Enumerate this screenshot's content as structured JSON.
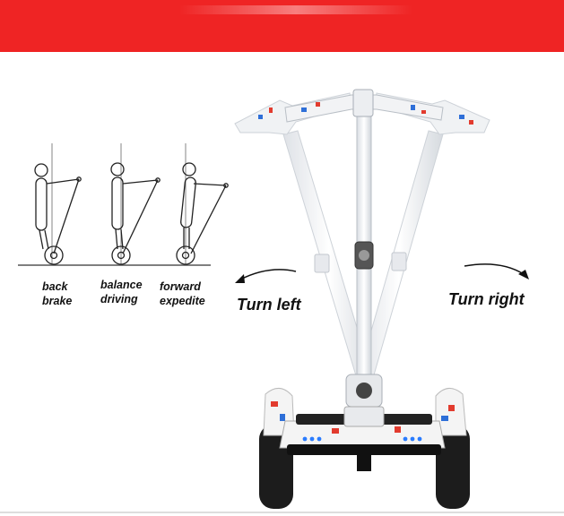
{
  "labels": {
    "back_brake": {
      "line1": "back",
      "line2": "brake"
    },
    "balance_driving": {
      "line1": "balance",
      "line2": "driving"
    },
    "forward_expedite": {
      "line1": "forward",
      "line2": "expedite"
    },
    "turn_left": "Turn left",
    "turn_right": "Turn right"
  },
  "colors": {
    "banner": "#ef2424",
    "text": "#111111",
    "scooter_body": "#f4f4f4",
    "scooter_tire": "#1c1c1c",
    "led": "#2a7cff"
  },
  "icons": [
    "curved-arrow-left-icon",
    "curved-arrow-right-icon",
    "stick-figure-rider-icon"
  ]
}
